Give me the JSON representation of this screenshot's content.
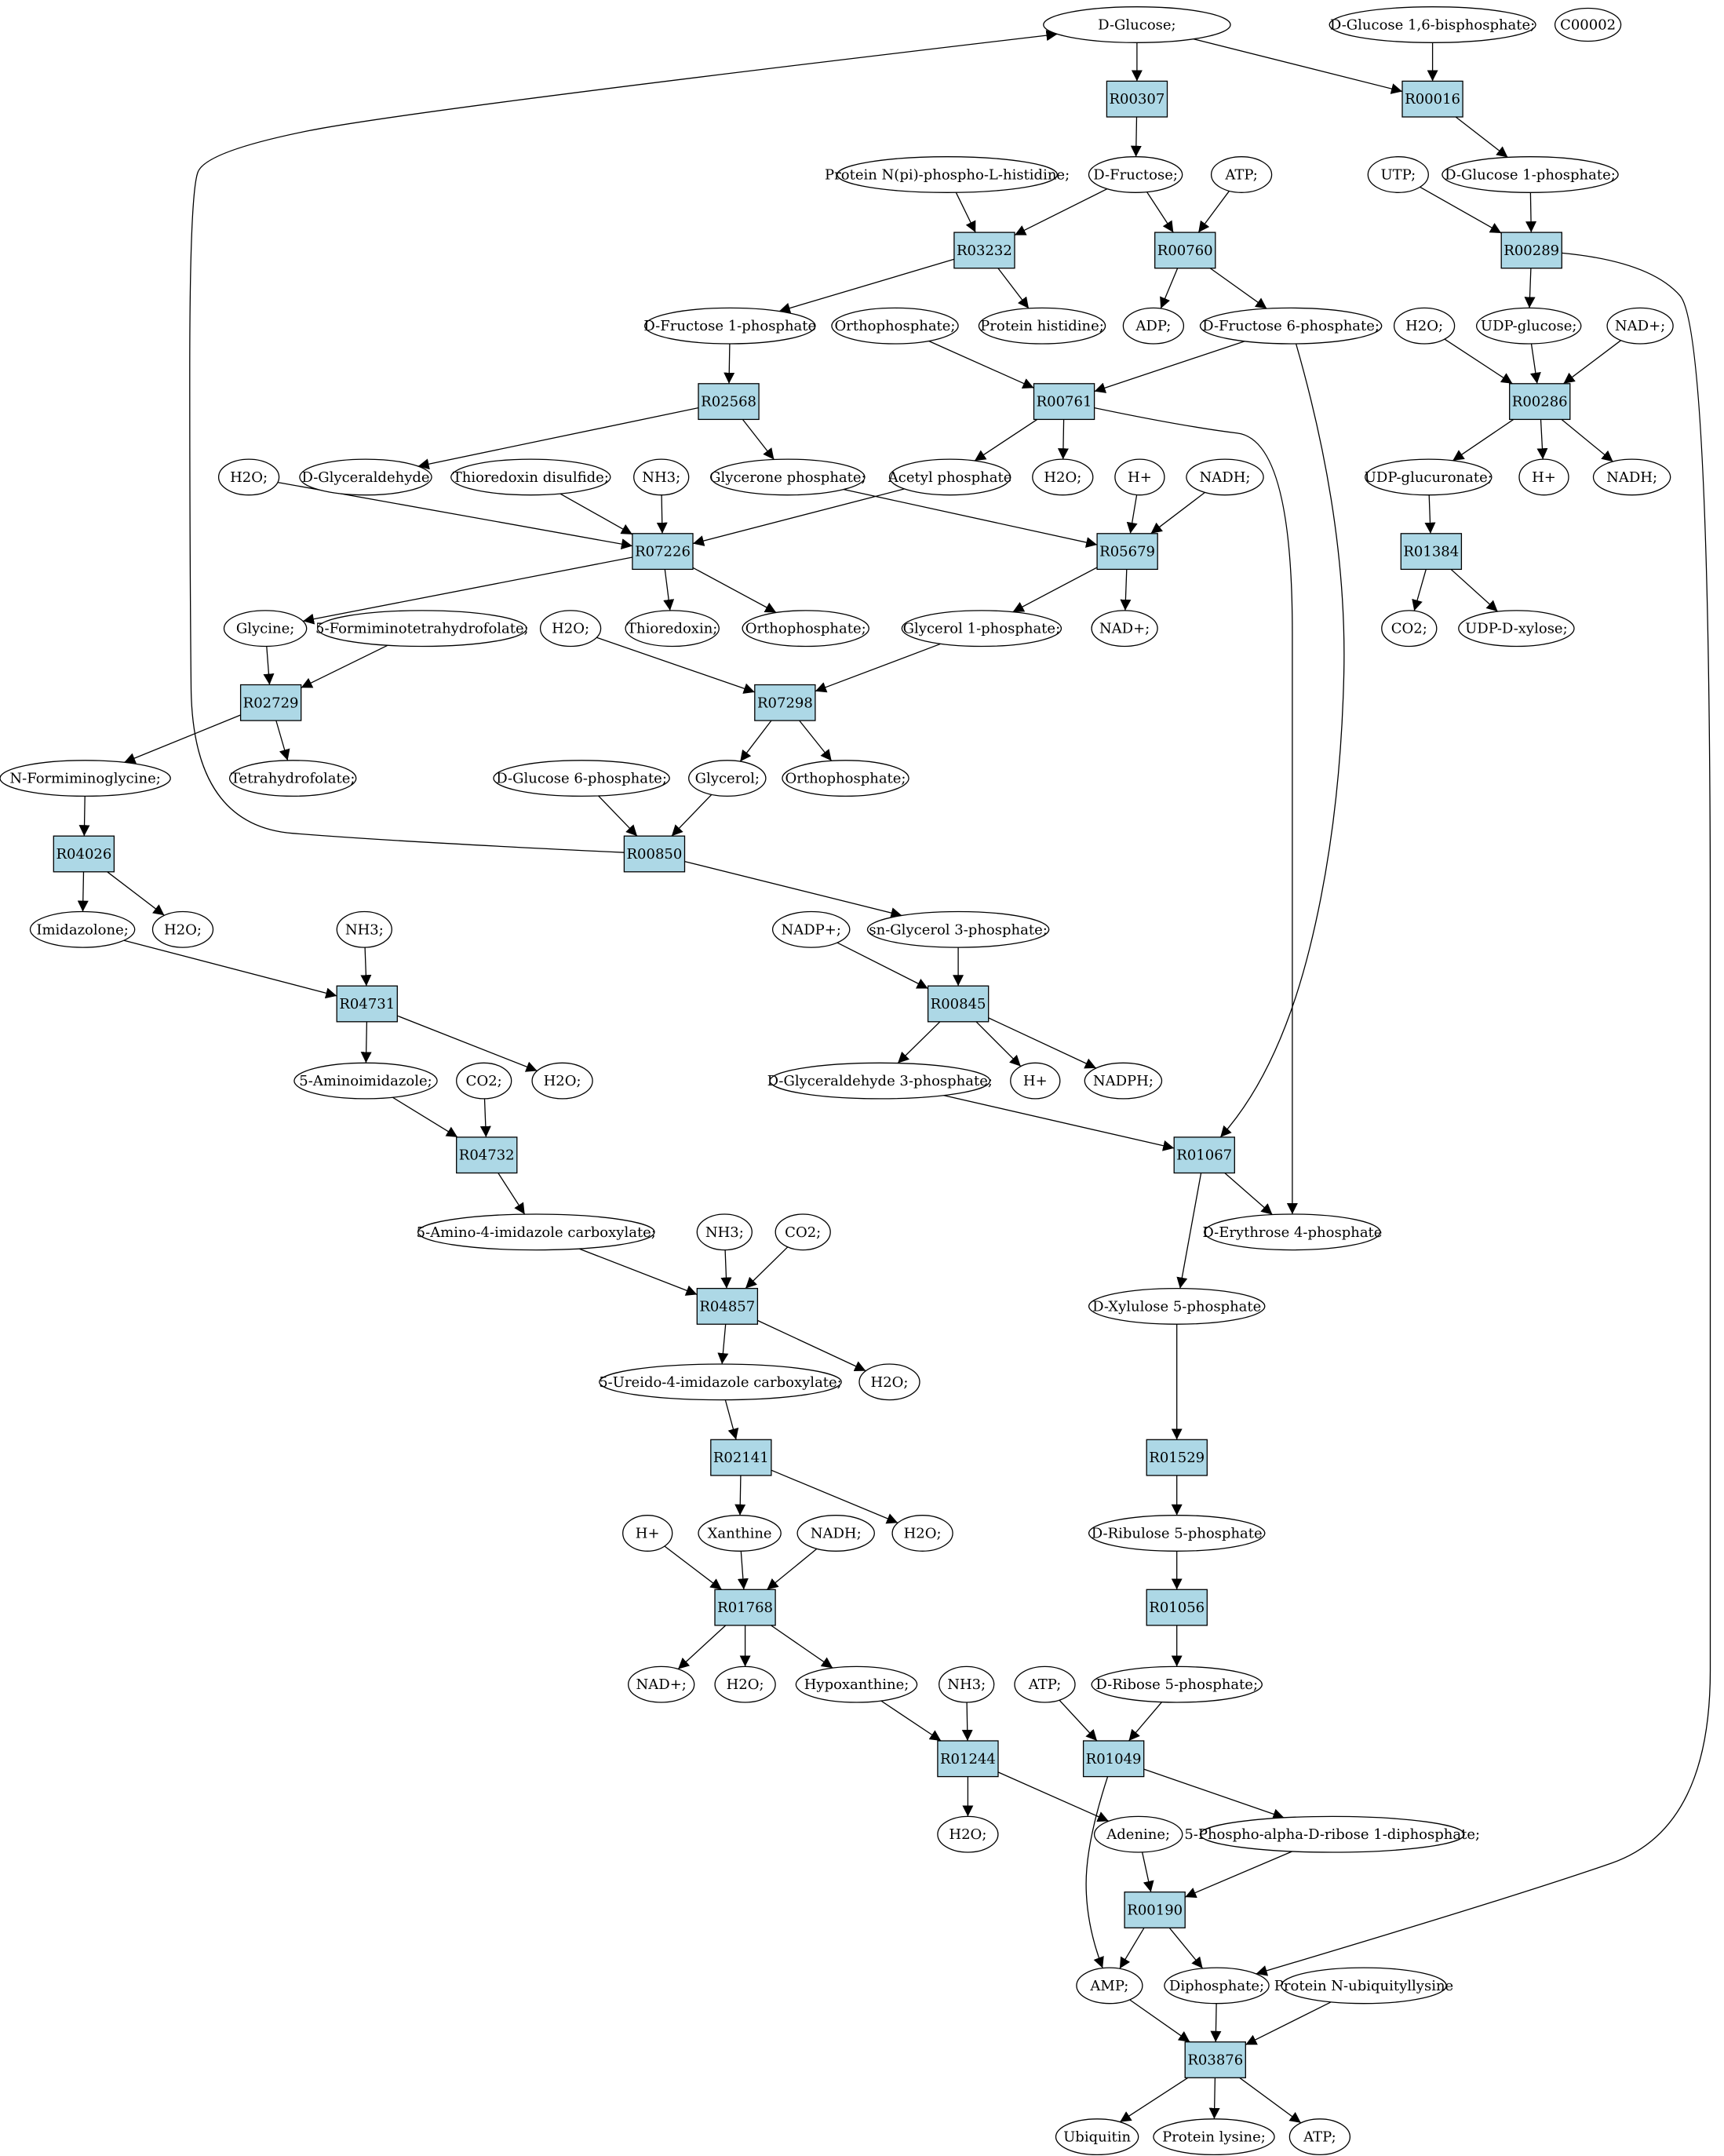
{
  "colors": {
    "reaction_fill": "#add8e6",
    "compound_fill": "#ffffff",
    "highlight_start": "#00ff00",
    "highlight_isolated": "#ffff00",
    "stroke": "#000000"
  },
  "diagram": {
    "compounds": [
      {
        "id": "glc",
        "label": "D-Glucose;",
        "fill": "#00ff00"
      },
      {
        "id": "glc16bp",
        "label": "D-Glucose 1,6-bisphosphate;"
      },
      {
        "id": "c00002",
        "label": "C00002",
        "fill": "#ffff00"
      },
      {
        "id": "pnphis",
        "label": "Protein N(pi)-phospho-L-histidine;"
      },
      {
        "id": "fru",
        "label": "D-Fructose;"
      },
      {
        "id": "atp1",
        "label": "ATP;"
      },
      {
        "id": "utp",
        "label": "UTP;"
      },
      {
        "id": "g1p",
        "label": "D-Glucose 1-phosphate;"
      },
      {
        "id": "f1p",
        "label": "D-Fructose 1-phosphate"
      },
      {
        "id": "phis",
        "label": "Protein histidine;"
      },
      {
        "id": "adp",
        "label": "ADP;"
      },
      {
        "id": "f6p",
        "label": "D-Fructose 6-phosphate;"
      },
      {
        "id": "h2o_a",
        "label": "H2O;"
      },
      {
        "id": "udpglc",
        "label": "UDP-glucose;"
      },
      {
        "id": "nadp_a",
        "label": "NAD+;"
      },
      {
        "id": "ortho1",
        "label": "Orthophosphate;"
      },
      {
        "id": "h2o1",
        "label": "H2O;"
      },
      {
        "id": "glyald",
        "label": "D-Glyceraldehyde"
      },
      {
        "id": "thiodis",
        "label": "Thioredoxin disulfide;"
      },
      {
        "id": "nh3_1",
        "label": "NH3;"
      },
      {
        "id": "dhap",
        "label": "Glycerone phosphate;"
      },
      {
        "id": "acp",
        "label": "Acetyl phosphate"
      },
      {
        "id": "h2o2",
        "label": "H2O;"
      },
      {
        "id": "hplus1",
        "label": "H+"
      },
      {
        "id": "nadh1",
        "label": "NADH;"
      },
      {
        "id": "udpglcu",
        "label": "UDP-glucuronate;"
      },
      {
        "id": "hplus_a",
        "label": "H+"
      },
      {
        "id": "nadh_a",
        "label": "NADH;"
      },
      {
        "id": "glycine",
        "label": "Glycine;"
      },
      {
        "id": "fthf",
        "label": "5-Formiminotetrahydrofolate;"
      },
      {
        "id": "thio",
        "label": "Thioredoxin;"
      },
      {
        "id": "ortho2",
        "label": "Orthophosphate;"
      },
      {
        "id": "h2o3",
        "label": "H2O;"
      },
      {
        "id": "gly1p",
        "label": "Glycerol 1-phosphate;"
      },
      {
        "id": "nadp1",
        "label": "NAD+;"
      },
      {
        "id": "co2_a",
        "label": "CO2;"
      },
      {
        "id": "udpxyl",
        "label": "UDP-D-xylose;"
      },
      {
        "id": "nfgly",
        "label": "N-Formiminoglycine;"
      },
      {
        "id": "thf",
        "label": "Tetrahydrofolate;"
      },
      {
        "id": "g6p",
        "label": "D-Glucose 6-phosphate;"
      },
      {
        "id": "glycerol",
        "label": "Glycerol;"
      },
      {
        "id": "ortho3",
        "label": "Orthophosphate;"
      },
      {
        "id": "imid",
        "label": "Imidazolone;"
      },
      {
        "id": "h2o4",
        "label": "H2O;"
      },
      {
        "id": "nh3_2",
        "label": "NH3;"
      },
      {
        "id": "nadpplus",
        "label": "NADP+;"
      },
      {
        "id": "g3p",
        "label": "sn-Glycerol 3-phosphate;"
      },
      {
        "id": "aimid",
        "label": "5-Aminoimidazole;"
      },
      {
        "id": "co2_1",
        "label": "CO2;"
      },
      {
        "id": "h2o5",
        "label": "H2O;"
      },
      {
        "id": "gap",
        "label": "D-Glyceraldehyde 3-phosphate;"
      },
      {
        "id": "hplus2",
        "label": "H+"
      },
      {
        "id": "nadph",
        "label": "NADPH;"
      },
      {
        "id": "aic",
        "label": "5-Amino-4-imidazole carboxylate;"
      },
      {
        "id": "nh3_3",
        "label": "NH3;"
      },
      {
        "id": "co2_2",
        "label": "CO2;"
      },
      {
        "id": "e4p",
        "label": "D-Erythrose 4-phosphate"
      },
      {
        "id": "x5p",
        "label": "D-Xylulose 5-phosphate"
      },
      {
        "id": "uic",
        "label": "5-Ureido-4-imidazole carboxylate;"
      },
      {
        "id": "h2o6",
        "label": "H2O;"
      },
      {
        "id": "hplus3",
        "label": "H+"
      },
      {
        "id": "xan",
        "label": "Xanthine"
      },
      {
        "id": "nadh2",
        "label": "NADH;"
      },
      {
        "id": "h2o7",
        "label": "H2O;"
      },
      {
        "id": "ru5p",
        "label": "D-Ribulose 5-phosphate"
      },
      {
        "id": "nadp2",
        "label": "NAD+;"
      },
      {
        "id": "h2o8",
        "label": "H2O;"
      },
      {
        "id": "hypox",
        "label": "Hypoxanthine;"
      },
      {
        "id": "nh3_4",
        "label": "NH3;"
      },
      {
        "id": "atp2",
        "label": "ATP;"
      },
      {
        "id": "r5p",
        "label": "D-Ribose 5-phosphate;"
      },
      {
        "id": "h2o9",
        "label": "H2O;"
      },
      {
        "id": "adenine",
        "label": "Adenine;"
      },
      {
        "id": "prpp",
        "label": "5-Phospho-alpha-D-ribose 1-diphosphate;"
      },
      {
        "id": "amp",
        "label": "AMP;"
      },
      {
        "id": "ppi",
        "label": "Diphosphate;"
      },
      {
        "id": "pnubl",
        "label": "Protein N-ubiquityllysine"
      },
      {
        "id": "ubq",
        "label": "Ubiquitin"
      },
      {
        "id": "plys",
        "label": "Protein lysine;"
      },
      {
        "id": "atp3",
        "label": "ATP;"
      }
    ],
    "reactions": [
      {
        "id": "R00307",
        "label": "R00307"
      },
      {
        "id": "R00016",
        "label": "R00016"
      },
      {
        "id": "R03232",
        "label": "R03232"
      },
      {
        "id": "R00760",
        "label": "R00760"
      },
      {
        "id": "R00289",
        "label": "R00289"
      },
      {
        "id": "R02568",
        "label": "R02568"
      },
      {
        "id": "R00761",
        "label": "R00761"
      },
      {
        "id": "R00286",
        "label": "R00286"
      },
      {
        "id": "R07226",
        "label": "R07226"
      },
      {
        "id": "R05679",
        "label": "R05679"
      },
      {
        "id": "R01384",
        "label": "R01384"
      },
      {
        "id": "R02729",
        "label": "R02729"
      },
      {
        "id": "R07298",
        "label": "R07298"
      },
      {
        "id": "R04026",
        "label": "R04026"
      },
      {
        "id": "R00850",
        "label": "R00850"
      },
      {
        "id": "R04731",
        "label": "R04731"
      },
      {
        "id": "R00845",
        "label": "R00845"
      },
      {
        "id": "R04732",
        "label": "R04732"
      },
      {
        "id": "R01067",
        "label": "R01067"
      },
      {
        "id": "R04857",
        "label": "R04857"
      },
      {
        "id": "R01529",
        "label": "R01529"
      },
      {
        "id": "R02141",
        "label": "R02141"
      },
      {
        "id": "R01768",
        "label": "R01768"
      },
      {
        "id": "R01056",
        "label": "R01056"
      },
      {
        "id": "R01244",
        "label": "R01244"
      },
      {
        "id": "R01049",
        "label": "R01049"
      },
      {
        "id": "R00190",
        "label": "R00190"
      },
      {
        "id": "R03876",
        "label": "R03876"
      }
    ],
    "edges": [
      [
        "glc",
        "R00307"
      ],
      [
        "glc",
        "R00016"
      ],
      [
        "glc16bp",
        "R00016"
      ],
      [
        "R00307",
        "fru"
      ],
      [
        "R00016",
        "g1p"
      ],
      [
        "pnphis",
        "R03232"
      ],
      [
        "fru",
        "R03232"
      ],
      [
        "fru",
        "R00760"
      ],
      [
        "atp1",
        "R00760"
      ],
      [
        "utp",
        "R00289"
      ],
      [
        "g1p",
        "R00289"
      ],
      [
        "R03232",
        "f1p"
      ],
      [
        "R03232",
        "phis"
      ],
      [
        "R00760",
        "adp"
      ],
      [
        "R00760",
        "f6p"
      ],
      [
        "R00289",
        "udpglc"
      ],
      [
        "f1p",
        "R02568"
      ],
      [
        "ortho1",
        "R00761"
      ],
      [
        "f6p",
        "R00761"
      ],
      [
        "h2o_a",
        "R00286"
      ],
      [
        "udpglc",
        "R00286"
      ],
      [
        "nadp_a",
        "R00286"
      ],
      [
        "R02568",
        "glyald"
      ],
      [
        "R02568",
        "dhap"
      ],
      [
        "R00761",
        "acp"
      ],
      [
        "R00761",
        "h2o2"
      ],
      [
        "R00286",
        "udpglcu"
      ],
      [
        "R00286",
        "hplus_a"
      ],
      [
        "R00286",
        "nadh_a"
      ],
      [
        "h2o1",
        "R07226"
      ],
      [
        "thiodis",
        "R07226"
      ],
      [
        "nh3_1",
        "R07226"
      ],
      [
        "acp",
        "R07226"
      ],
      [
        "dhap",
        "R05679"
      ],
      [
        "hplus1",
        "R05679"
      ],
      [
        "nadh1",
        "R05679"
      ],
      [
        "udpglcu",
        "R01384"
      ],
      [
        "R07226",
        "glycine"
      ],
      [
        "R07226",
        "thio"
      ],
      [
        "R07226",
        "ortho2"
      ],
      [
        "R05679",
        "gly1p"
      ],
      [
        "R05679",
        "nadp1"
      ],
      [
        "R01384",
        "co2_a"
      ],
      [
        "R01384",
        "udpxyl"
      ],
      [
        "glycine",
        "R02729"
      ],
      [
        "fthf",
        "R02729"
      ],
      [
        "h2o3",
        "R07298"
      ],
      [
        "gly1p",
        "R07298"
      ],
      [
        "R02729",
        "nfgly"
      ],
      [
        "R02729",
        "thf"
      ],
      [
        "R07298",
        "glycerol"
      ],
      [
        "R07298",
        "ortho3"
      ],
      [
        "nfgly",
        "R04026"
      ],
      [
        "g6p",
        "R00850"
      ],
      [
        "glycerol",
        "R00850"
      ],
      [
        "R00850",
        "glc"
      ],
      [
        "R00850",
        "g3p"
      ],
      [
        "R04026",
        "imid"
      ],
      [
        "R04026",
        "h2o4"
      ],
      [
        "imid",
        "R04731"
      ],
      [
        "nh3_2",
        "R04731"
      ],
      [
        "nadpplus",
        "R00845"
      ],
      [
        "g3p",
        "R00845"
      ],
      [
        "R04731",
        "aimid"
      ],
      [
        "R04731",
        "h2o5"
      ],
      [
        "R00845",
        "gap"
      ],
      [
        "R00845",
        "hplus2"
      ],
      [
        "R00845",
        "nadph"
      ],
      [
        "aimid",
        "R04732"
      ],
      [
        "co2_1",
        "R04732"
      ],
      [
        "gap",
        "R01067"
      ],
      [
        "f6p",
        "R01067"
      ],
      [
        "R00761",
        "e4p"
      ],
      [
        "R04732",
        "aic"
      ],
      [
        "R01067",
        "e4p"
      ],
      [
        "R01067",
        "x5p"
      ],
      [
        "aic",
        "R04857"
      ],
      [
        "nh3_3",
        "R04857"
      ],
      [
        "co2_2",
        "R04857"
      ],
      [
        "R04857",
        "uic"
      ],
      [
        "R04857",
        "h2o6"
      ],
      [
        "x5p",
        "R01529"
      ],
      [
        "uic",
        "R02141"
      ],
      [
        "R02141",
        "xan"
      ],
      [
        "R02141",
        "h2o7"
      ],
      [
        "R01529",
        "ru5p"
      ],
      [
        "hplus3",
        "R01768"
      ],
      [
        "xan",
        "R01768"
      ],
      [
        "nadh2",
        "R01768"
      ],
      [
        "ru5p",
        "R01056"
      ],
      [
        "R01768",
        "nadp2"
      ],
      [
        "R01768",
        "h2o8"
      ],
      [
        "R01768",
        "hypox"
      ],
      [
        "R01056",
        "r5p"
      ],
      [
        "hypox",
        "R01244"
      ],
      [
        "nh3_4",
        "R01244"
      ],
      [
        "atp2",
        "R01049"
      ],
      [
        "r5p",
        "R01049"
      ],
      [
        "R01244",
        "h2o9"
      ],
      [
        "R01244",
        "adenine"
      ],
      [
        "R01049",
        "prpp"
      ],
      [
        "adenine",
        "R00190"
      ],
      [
        "prpp",
        "R00190"
      ],
      [
        "R01049",
        "amp"
      ],
      [
        "R00190",
        "amp"
      ],
      [
        "R00190",
        "ppi"
      ],
      [
        "R00289",
        "ppi"
      ],
      [
        "amp",
        "R03876"
      ],
      [
        "ppi",
        "R03876"
      ],
      [
        "pnubl",
        "R03876"
      ],
      [
        "R03876",
        "ubq"
      ],
      [
        "R03876",
        "plys"
      ],
      [
        "R03876",
        "atp3"
      ]
    ]
  }
}
